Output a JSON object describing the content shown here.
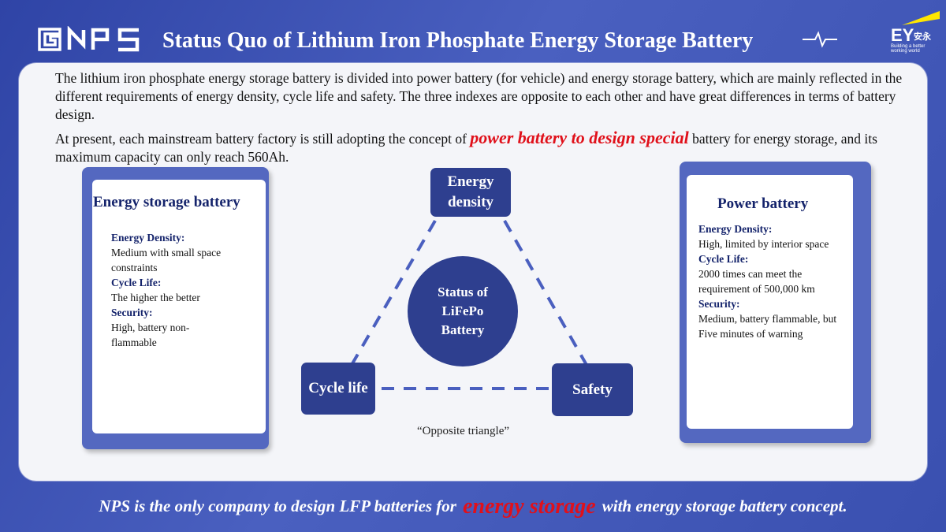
{
  "header": {
    "logo_text": "NPS",
    "title": "Status Quo of Lithium Iron Phosphate Energy Storage Battery",
    "brand": {
      "name": "EY",
      "cn": "安永",
      "tagline": "Building a better working world"
    }
  },
  "intro": {
    "paragraph1": "The lithium iron phosphate energy storage battery is divided into power battery (for vehicle) and energy storage battery, which are mainly reflected in the different requirements of energy density, cycle life and safety. The three indexes are opposite to each other and have great differences in terms of battery design.",
    "paragraph2_before": "At present, each mainstream battery factory is still adopting the concept of ",
    "paragraph2_highlight": "power battery to design special",
    "paragraph2_after": " battery for energy storage, and its maximum capacity can only reach 560Ah."
  },
  "left_card": {
    "title": "Energy storage battery",
    "items": [
      {
        "label": "Energy Density:",
        "value": "Medium with small space constraints"
      },
      {
        "label": "Cycle Life:",
        "value": "The higher the better"
      },
      {
        "label": "Security:",
        "value": "High, battery non-flammable"
      }
    ]
  },
  "right_card": {
    "title": "Power battery",
    "items": [
      {
        "label": "Energy Density:",
        "value": "High, limited by interior space"
      },
      {
        "label": "Cycle Life:",
        "value": "2000 times can meet the requirement of 500,000 km"
      },
      {
        "label": "Security:",
        "value": "Medium, battery flammable, but Five minutes of warning"
      }
    ]
  },
  "diagram": {
    "top_node": "Energy density",
    "left_node": "Cycle life",
    "right_node": "Safety",
    "center": "Status of LiFePo Battery",
    "caption": "“Opposite triangle”"
  },
  "banner": {
    "before": "NPS is the only company to design LFP batteries for",
    "highlight": "energy storage",
    "after": "with energy storage battery concept."
  },
  "colors": {
    "background": "#3f55b3",
    "dark_node": "#2e3f8f",
    "card_frame": "#5468c0",
    "highlight_red": "#e0101a"
  }
}
